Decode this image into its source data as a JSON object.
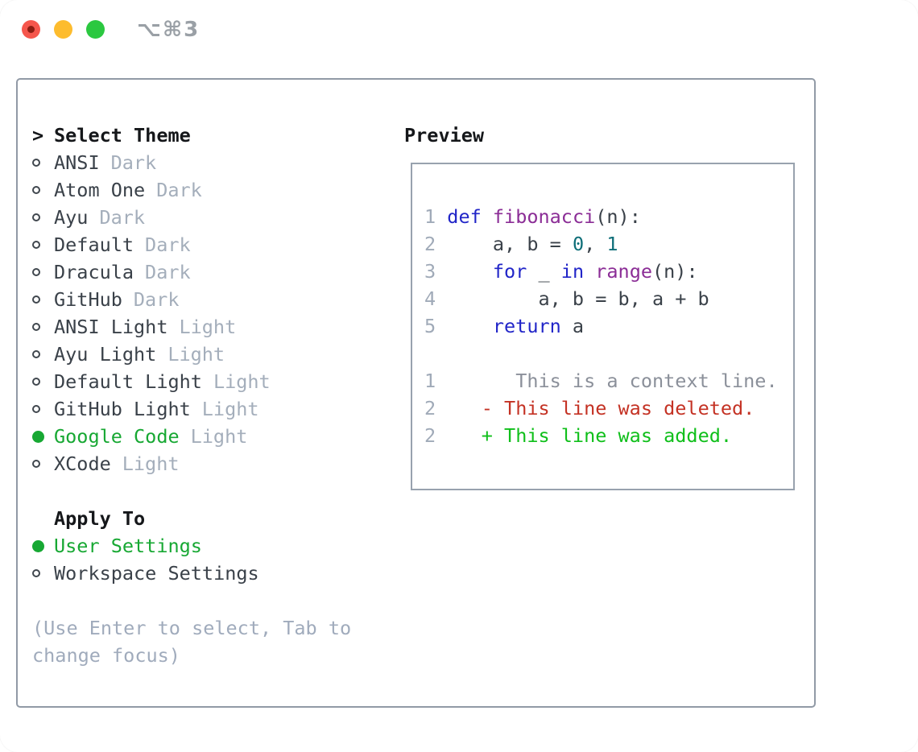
{
  "window": {
    "title": "⌥⌘3"
  },
  "theme_panel": {
    "prompt": ">",
    "title": "Select Theme",
    "themes": [
      {
        "name": "ANSI",
        "variant": "Dark",
        "selected": false
      },
      {
        "name": "Atom One",
        "variant": "Dark",
        "selected": false
      },
      {
        "name": "Ayu",
        "variant": "Dark",
        "selected": false
      },
      {
        "name": "Default",
        "variant": "Dark",
        "selected": false
      },
      {
        "name": "Dracula",
        "variant": "Dark",
        "selected": false
      },
      {
        "name": "GitHub",
        "variant": "Dark",
        "selected": false
      },
      {
        "name": "ANSI Light",
        "variant": "Light",
        "selected": false
      },
      {
        "name": "Ayu Light",
        "variant": "Light",
        "selected": false
      },
      {
        "name": "Default Light",
        "variant": "Light",
        "selected": false
      },
      {
        "name": "GitHub Light",
        "variant": "Light",
        "selected": false
      },
      {
        "name": "Google Code",
        "variant": "Light",
        "selected": true
      },
      {
        "name": "XCode",
        "variant": "Light",
        "selected": false
      }
    ],
    "apply_to": {
      "label": "Apply To",
      "options": [
        {
          "name": "User Settings",
          "selected": true
        },
        {
          "name": "Workspace Settings",
          "selected": false
        }
      ]
    },
    "hint": "(Use Enter to select, Tab to change focus)"
  },
  "preview": {
    "label": "Preview",
    "lines": [
      [
        {
          "t": "1 ",
          "c": "ln"
        },
        {
          "t": "def",
          "c": "kw"
        },
        {
          "t": " ",
          "c": "pl"
        },
        {
          "t": "fibonacci",
          "c": "fn"
        },
        {
          "t": "(n):",
          "c": "pl"
        }
      ],
      [
        {
          "t": "2 ",
          "c": "ln"
        },
        {
          "t": "    a, b = ",
          "c": "pl"
        },
        {
          "t": "0",
          "c": "num"
        },
        {
          "t": ", ",
          "c": "pl"
        },
        {
          "t": "1",
          "c": "num"
        }
      ],
      [
        {
          "t": "3 ",
          "c": "ln"
        },
        {
          "t": "    ",
          "c": "pl"
        },
        {
          "t": "for",
          "c": "kw"
        },
        {
          "t": " _ ",
          "c": "pl"
        },
        {
          "t": "in",
          "c": "kw"
        },
        {
          "t": " ",
          "c": "pl"
        },
        {
          "t": "range",
          "c": "fn"
        },
        {
          "t": "(n):",
          "c": "pl"
        }
      ],
      [
        {
          "t": "4 ",
          "c": "ln"
        },
        {
          "t": "        a, b = b, a + b",
          "c": "pl"
        }
      ],
      [
        {
          "t": "5 ",
          "c": "ln"
        },
        {
          "t": "    ",
          "c": "pl"
        },
        {
          "t": "return",
          "c": "kw"
        },
        {
          "t": " a",
          "c": "pl"
        }
      ],
      [],
      [
        {
          "t": "1",
          "c": "ln"
        },
        {
          "t": "       This is a context line.",
          "c": "ctx"
        }
      ],
      [
        {
          "t": "2",
          "c": "ln"
        },
        {
          "t": "    ",
          "c": "pl"
        },
        {
          "t": "- This line was deleted.",
          "c": "del"
        }
      ],
      [
        {
          "t": "2",
          "c": "ln"
        },
        {
          "t": "    ",
          "c": "pl"
        },
        {
          "t": "+ This line was added.",
          "c": "add"
        }
      ]
    ]
  },
  "colors": {
    "accent_green": "#17a833",
    "added_green": "#0fbf1a",
    "deleted_red": "#c43224",
    "keyword_blue": "#2125c8",
    "function_purple": "#8b2d96",
    "number_teal": "#0e6e78",
    "muted_gray": "#a4aebb",
    "context_gray": "#8b909a",
    "text_dark": "#3a4149",
    "panel_border": "#919aa6",
    "traffic_red": "#f5564c",
    "traffic_yellow": "#fdbc2e",
    "traffic_green": "#2bc840"
  }
}
